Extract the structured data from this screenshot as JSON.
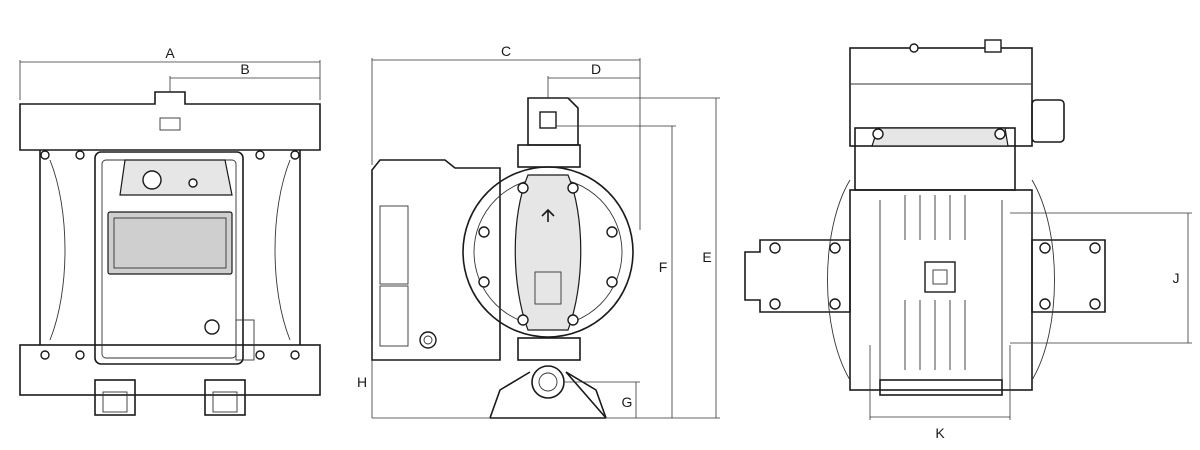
{
  "labels": {
    "A": "A",
    "B": "B",
    "C": "C",
    "D": "D",
    "E": "E",
    "F": "F",
    "G": "G",
    "H": "H",
    "J": "J",
    "K": "K"
  }
}
